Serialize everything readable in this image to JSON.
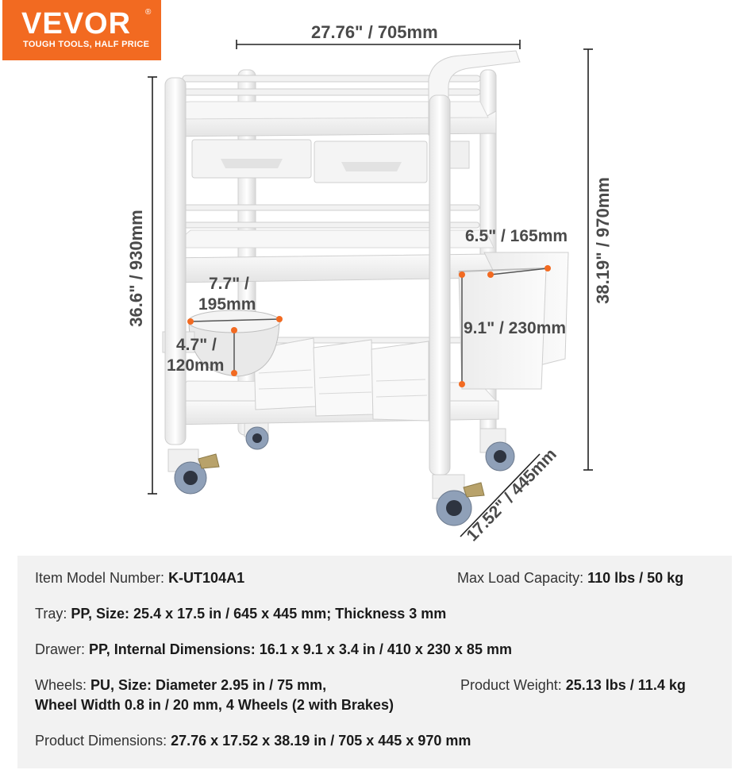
{
  "logo": {
    "brand": "VEVOR",
    "reg": "®",
    "tagline": "TOUGH TOOLS, HALF PRICE"
  },
  "dimensions": {
    "width": "27.76\" / 705mm",
    "total_height": "38.19\" / 970mm",
    "handle_height": "36.6\" / 930mm",
    "depth": "17.52\" / 445mm",
    "bin_width": "6.5\" / 165mm",
    "bin_height": "9.1\" / 230mm",
    "bowl_diameter_line1": "7.7\" /",
    "bowl_diameter_line2": "195mm",
    "bowl_height_line1": "4.7\" /",
    "bowl_height_line2": "120mm"
  },
  "specs": {
    "model_label": "Item Model Number: ",
    "model_value": "K-UT104A1",
    "load_label": "Max Load Capacity: ",
    "load_value": "110 lbs / 50 kg",
    "tray_label": "Tray: ",
    "tray_value": "PP, Size: 25.4 x 17.5 in / 645 x 445 mm; Thickness 3 mm",
    "drawer_label": "Drawer: ",
    "drawer_value": "PP, Internal Dimensions: 16.1 x 9.1 x 3.4 in / 410 x 230 x 85 mm",
    "wheels_label": "Wheels: ",
    "wheels_value_line1": "PU, Size: Diameter 2.95 in / 75 mm,",
    "wheels_value_line2": "Wheel Width 0.8 in / 20 mm, 4 Wheels (2 with Brakes)",
    "weight_label": "Product Weight: ",
    "weight_value": "25.13 lbs / 11.4 kg",
    "dims_label": "Product Dimensions: ",
    "dims_value": "27.76 x 17.52 x 38.19 in / 705 x 445 x 970 mm"
  }
}
